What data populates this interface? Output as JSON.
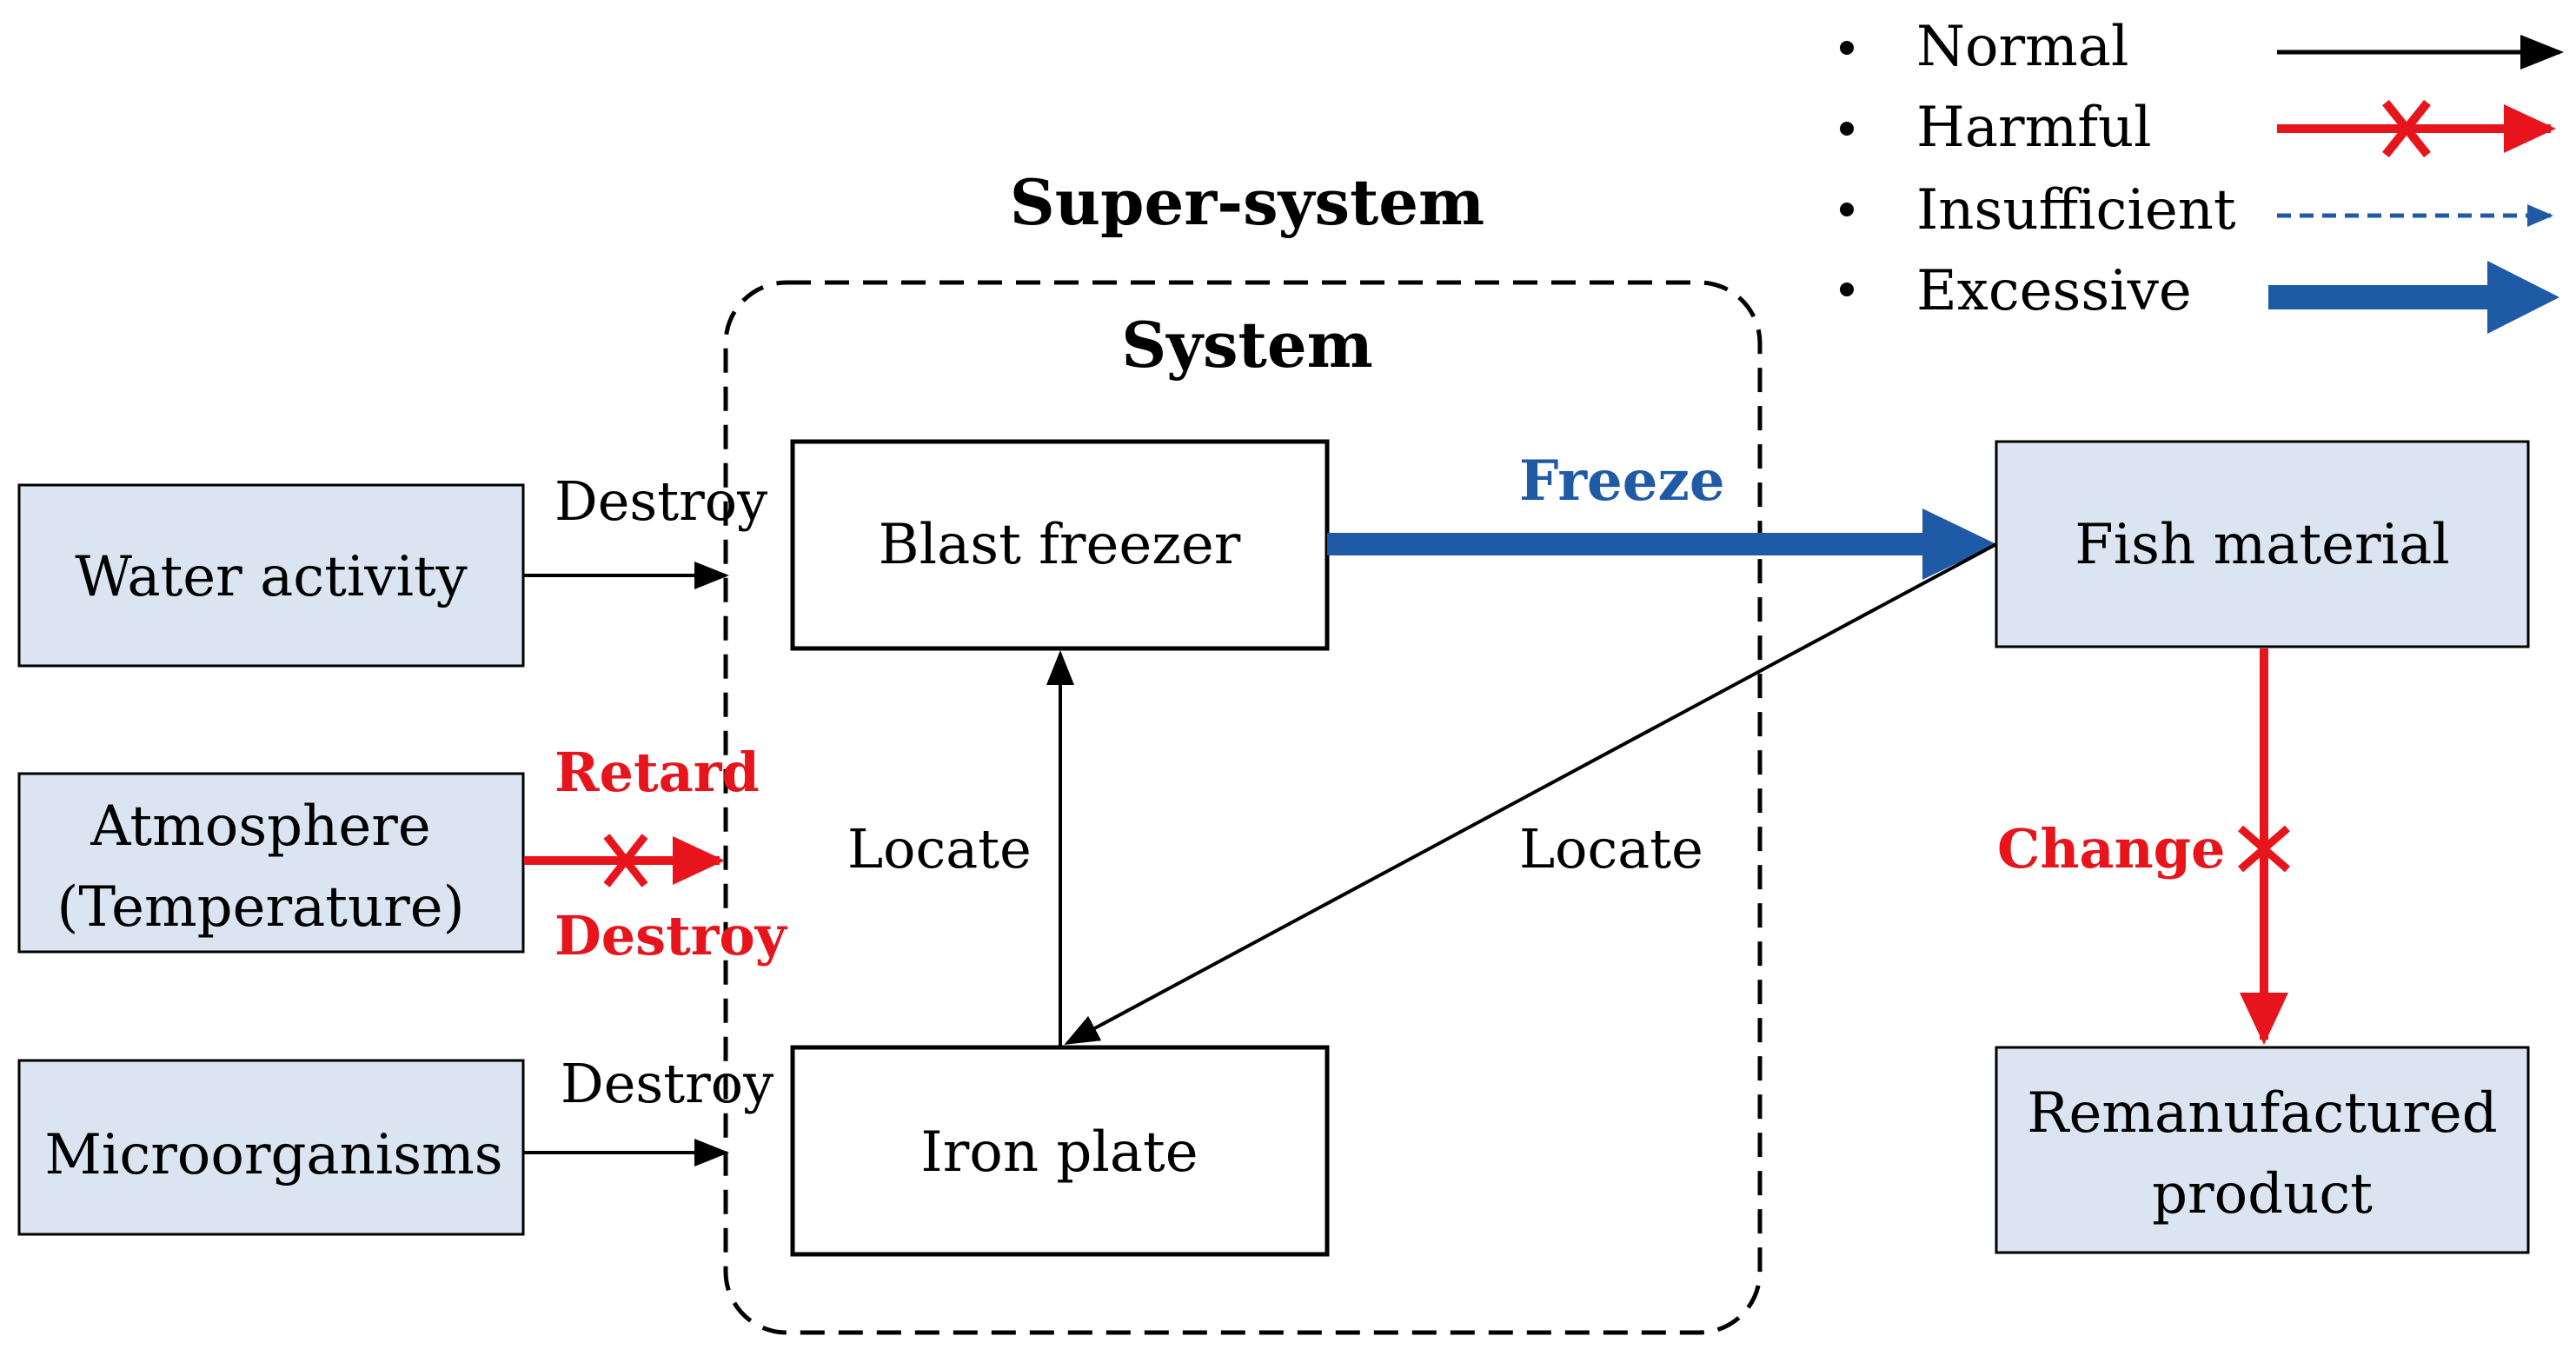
{
  "legend": {
    "items": [
      {
        "label": "Normal"
      },
      {
        "label": "Harmful"
      },
      {
        "label": "Insufficient"
      },
      {
        "label": "Excessive"
      }
    ]
  },
  "titles": {
    "super_system": "Super-system",
    "system": "System"
  },
  "nodes": {
    "water_activity": "Water activity",
    "atmosphere_line1": "Atmosphere",
    "atmosphere_line2": "(Temperature)",
    "microorganisms": "Microorganisms",
    "blast_freezer": "Blast freezer",
    "iron_plate": "Iron plate",
    "fish_material": "Fish material",
    "remanufactured_line1": "Remanufactured",
    "remanufactured_line2": "product"
  },
  "relations": {
    "destroy_top": "Destroy",
    "retard": "Retard",
    "destroy_mid": "Destroy",
    "destroy_bottom": "Destroy",
    "freeze": "Freeze",
    "locate_vertical": "Locate",
    "locate_diagonal": "Locate",
    "change": "Change"
  },
  "colors": {
    "normal": "#000000",
    "harmful": "#e8141c",
    "insufficient": "#1f5aa6",
    "excessive": "#1f5aa6",
    "box_fill": "#dbe5f1"
  }
}
